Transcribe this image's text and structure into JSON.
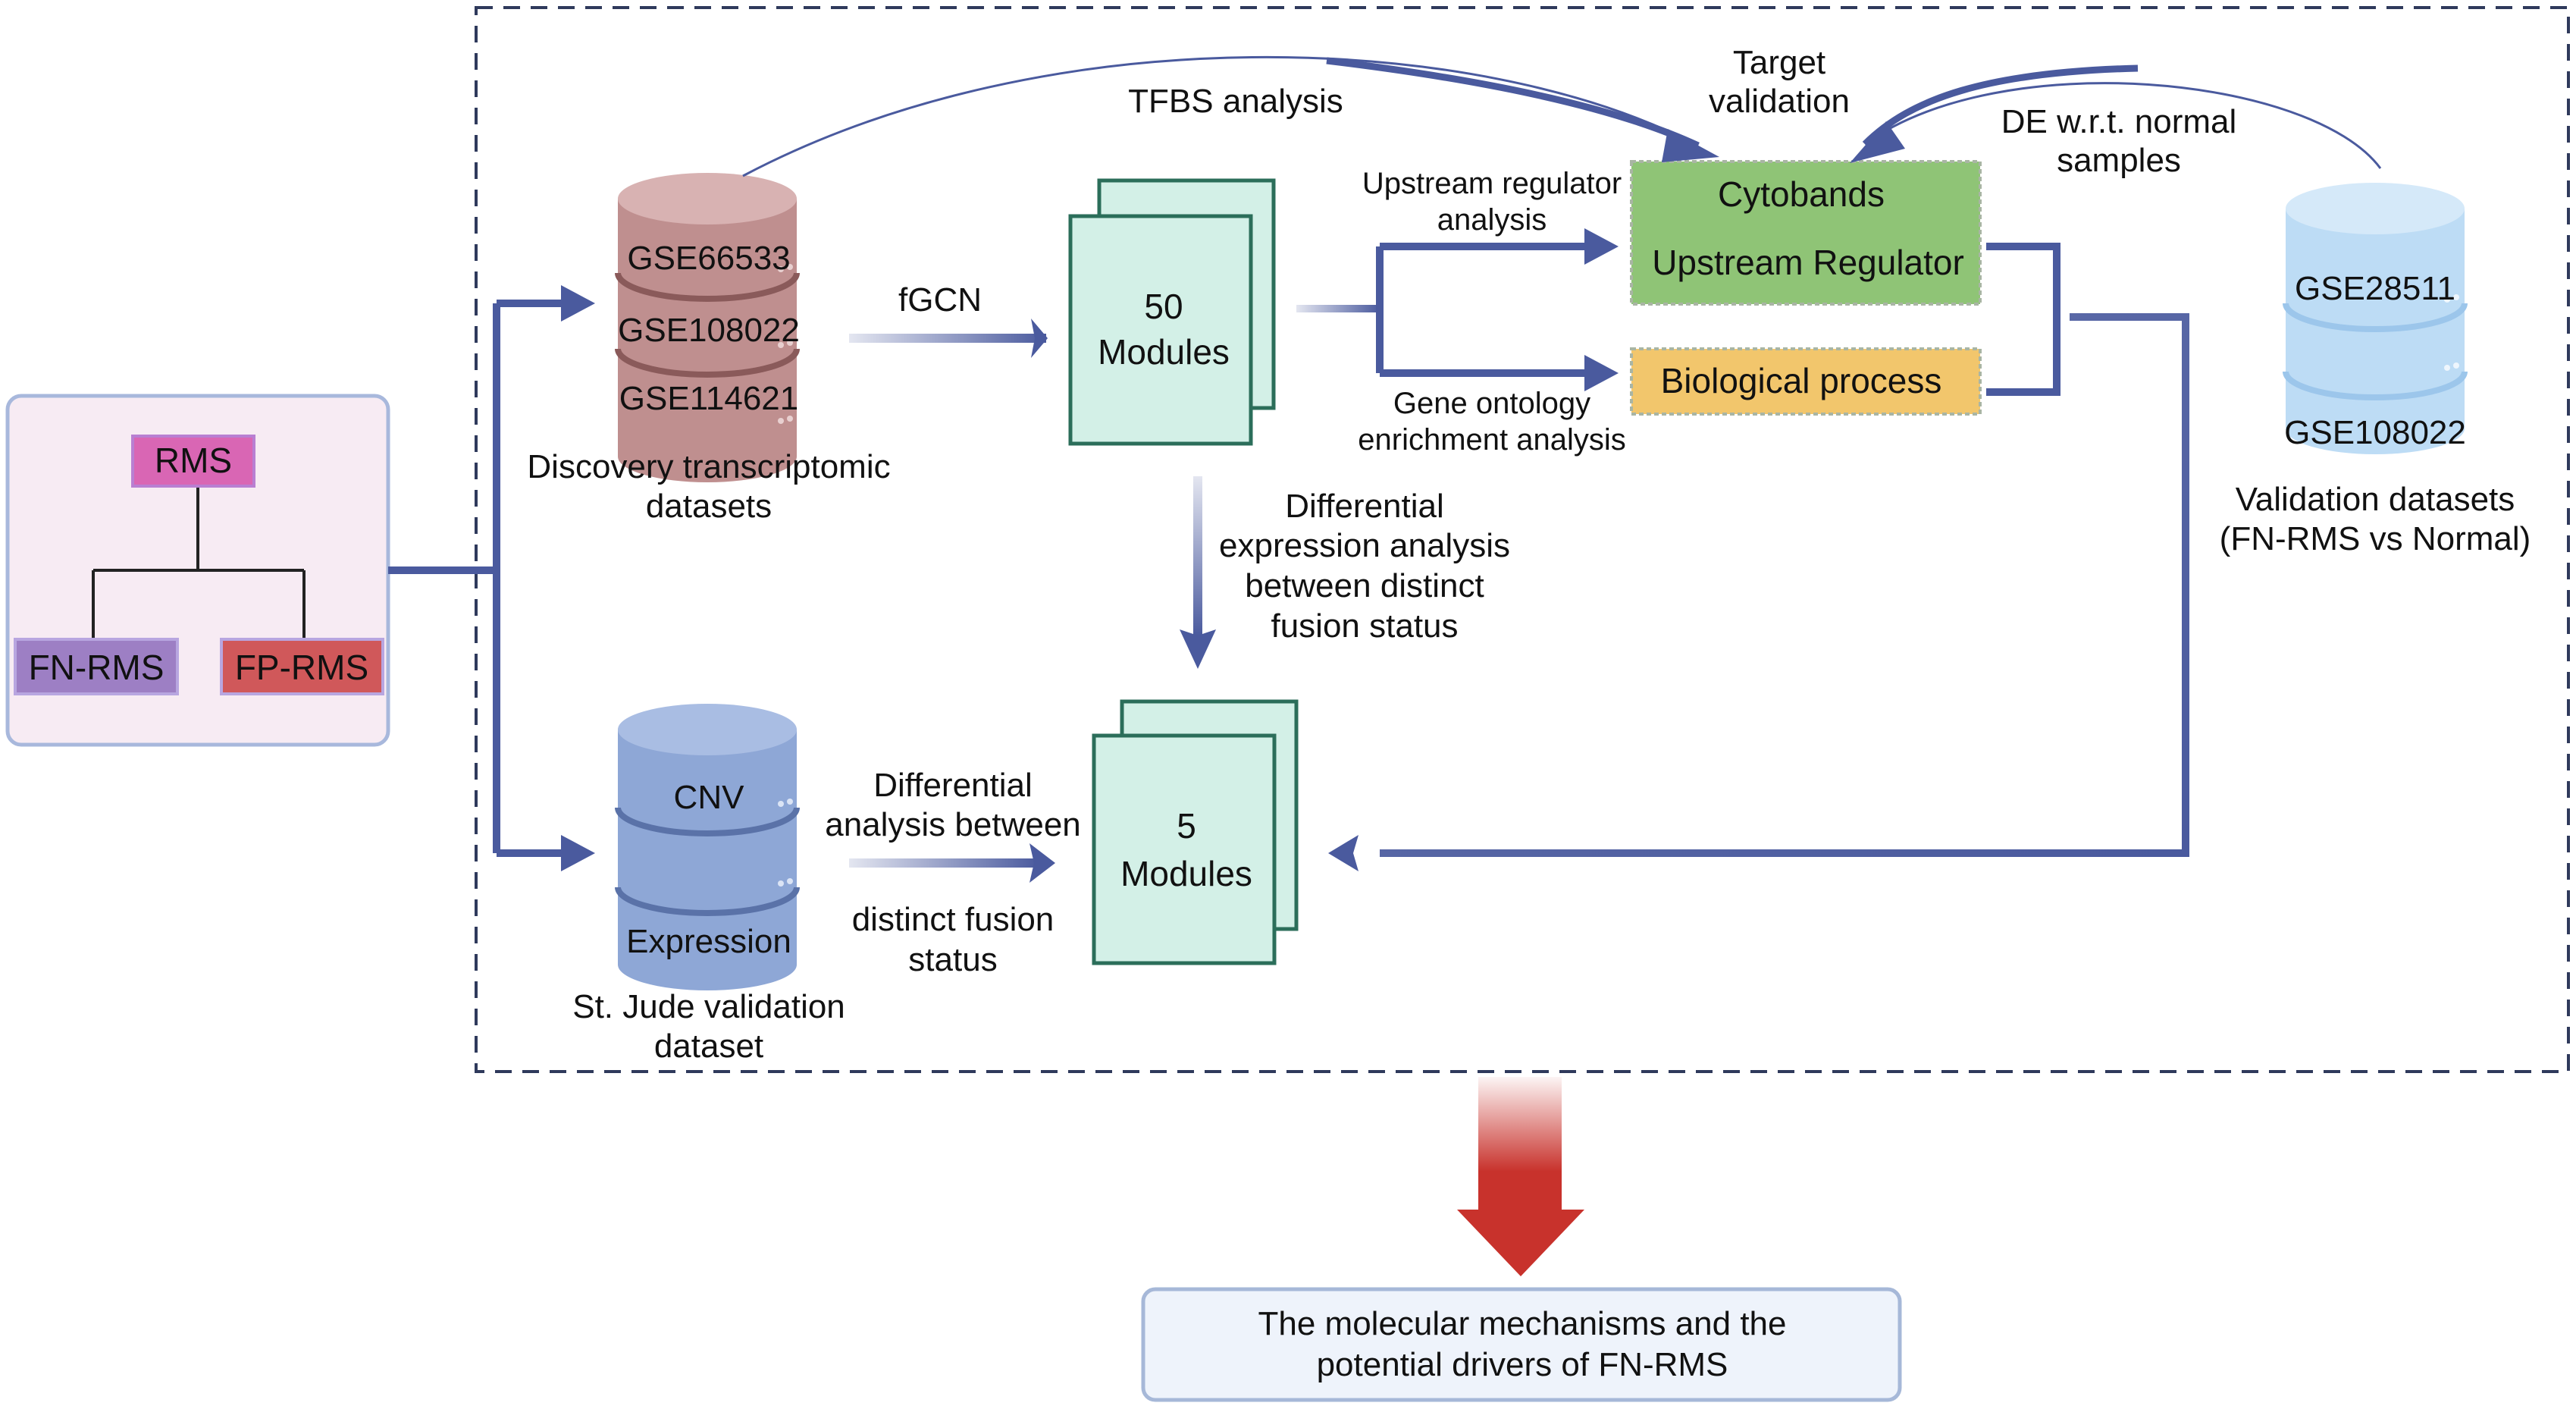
{
  "colors": {
    "arrow": "#4a5a9e",
    "dashed_border": "#2f3a5c",
    "rms_box": "#d966b4",
    "fn_rms_box": "#9d7fc4",
    "fp_rms_box": "#d0585a",
    "left_panel_bg": "#f7ebf3",
    "left_panel_border": "#a8b8dc",
    "module_fill": "#d3f0e7",
    "module_stroke": "#2b6e5a",
    "cytobands_fill": "#8fc476",
    "bio_process_fill": "#f2c66c",
    "discovery_db": "#bf8f8f",
    "stjude_db": "#8ea7d6",
    "validation_db": "#bddcf5",
    "big_arrow": "#c8322c",
    "output_box_bg": "#eef3fb",
    "output_box_border": "#a6b8d8"
  },
  "left_panel": {
    "root": "RMS",
    "child_left": "FN-RMS",
    "child_right": "FP-RMS"
  },
  "discovery": {
    "db_labels": [
      "GSE66533",
      "GSE108022",
      "GSE114621"
    ],
    "caption_lines": [
      "Discovery transcriptomic",
      "datasets"
    ]
  },
  "stjude": {
    "db_labels": [
      "CNV",
      "Expression"
    ],
    "caption_lines": [
      "St. Jude validation",
      "dataset"
    ]
  },
  "validation": {
    "db_labels": [
      "GSE28511",
      "GSE108022"
    ],
    "caption_lines": [
      "Validation datasets",
      "(FN-RMS vs Normal)"
    ]
  },
  "modules_top": {
    "lines": [
      "50",
      "Modules"
    ]
  },
  "modules_bottom": {
    "lines": [
      "5",
      "Modules"
    ]
  },
  "boxes": {
    "cytobands": "Cytobands",
    "upstream_regulator": "Upstream Regulator",
    "biological_process": "Biological process"
  },
  "labels": {
    "fgcn": "fGCN",
    "tfbs": "TFBS analysis",
    "target_validation": [
      "Target",
      "validation"
    ],
    "de_normal": [
      "DE w.r.t. normal",
      "samples"
    ],
    "upstream_analysis": [
      "Upstream regulator",
      "analysis"
    ],
    "go_analysis": [
      "Gene ontology",
      "enrichment analysis"
    ],
    "diff_expr": [
      "Differential",
      "expression analysis",
      "between distinct",
      "fusion status"
    ],
    "diff_analysis_top": [
      "Differential",
      "analysis between"
    ],
    "diff_analysis_bottom": [
      "distinct fusion",
      "status"
    ]
  },
  "output": {
    "lines": [
      "The molecular mechanisms and the",
      "potential drivers of FN-RMS"
    ]
  }
}
